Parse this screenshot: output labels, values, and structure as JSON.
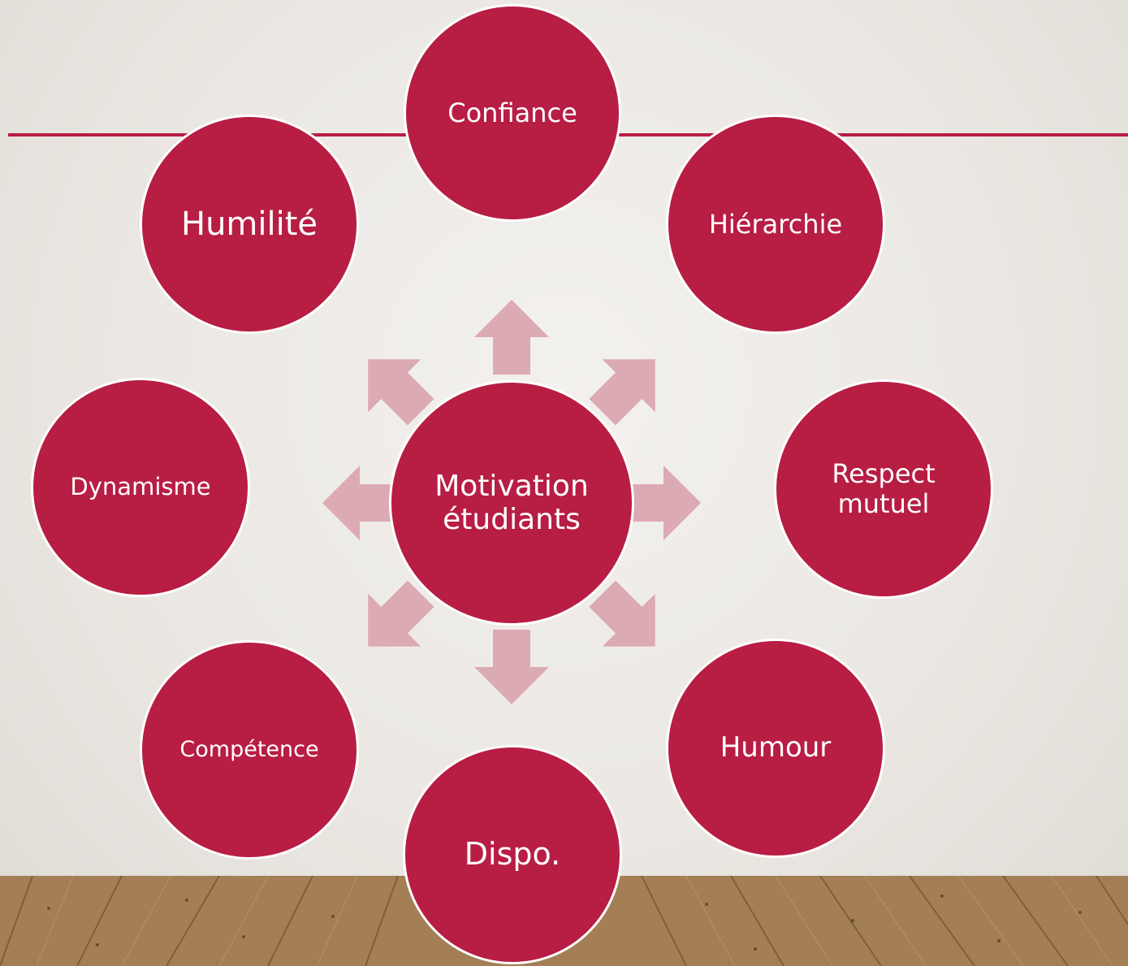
{
  "diagram": {
    "center": {
      "label": "Motivation\nétudiants"
    },
    "nodes": [
      {
        "id": "confiance",
        "label": "Confiance"
      },
      {
        "id": "hierarchie",
        "label": "Hiérarchie"
      },
      {
        "id": "respect-mutuel",
        "label": "Respect\nmutuel"
      },
      {
        "id": "humour",
        "label": "Humour"
      },
      {
        "id": "dispo",
        "label": "Dispo."
      },
      {
        "id": "competence",
        "label": "Compétence"
      },
      {
        "id": "dynamisme",
        "label": "Dynamisme"
      },
      {
        "id": "humilite",
        "label": "Humilité"
      }
    ],
    "colors": {
      "node_fill": "#b81d43",
      "node_border": "#ffffff",
      "arrow_fill": "#dcaab3",
      "rule": "#b81d43"
    }
  }
}
